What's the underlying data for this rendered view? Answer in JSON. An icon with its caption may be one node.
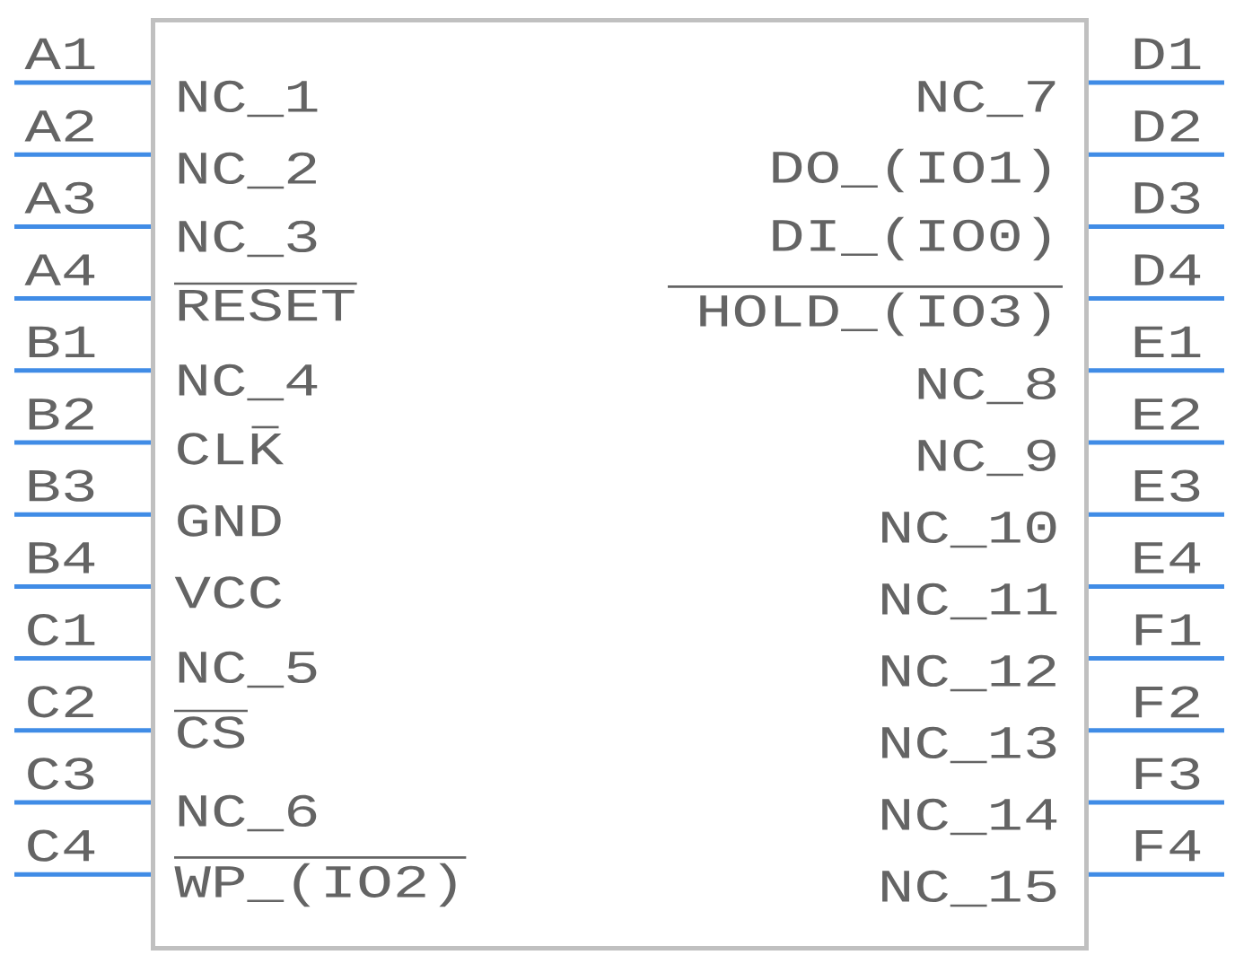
{
  "diagram": {
    "nodes": [
      {
        "text": [],
        "shape": "box"
      },
      {
        "text": [
          "NC_1"
        ],
        "in": 0
      },
      {
        "text": [
          "NC_2"
        ],
        "in": 0
      },
      {
        "text": [
          "NC_3"
        ],
        "in": 0
      },
      {
        "text": [
          "RESET"
        ],
        "in": 0
      },
      {
        "text": [
          "NC_4"
        ],
        "in": 0
      },
      {
        "text": [
          "CLK"
        ],
        "in": 0
      },
      {
        "text": [
          "GND"
        ],
        "in": 0
      },
      {
        "text": [
          "VCC"
        ],
        "in": 0
      },
      {
        "text": [
          "NC_5"
        ],
        "in": 0
      },
      {
        "text": [
          "CS"
        ],
        "in": 0
      },
      {
        "text": [
          "NC_6"
        ],
        "in": 0
      },
      {
        "text": [
          "WP_(IO2)"
        ],
        "in": 0
      },
      {
        "text": [
          "NC_7"
        ],
        "in": 0
      },
      {
        "text": [
          "DO_(IO1)"
        ],
        "in": 0
      },
      {
        "text": [
          "DI_(IO0)"
        ],
        "in": 0
      },
      {
        "text": [
          "HOLD_(IO3)"
        ],
        "in": 0
      },
      {
        "text": [
          "NC_8"
        ],
        "in": 0
      },
      {
        "text": [
          "NC_9"
        ],
        "in": 0
      },
      {
        "text": [
          "NC_10"
        ],
        "in": 0
      },
      {
        "text": [
          "NC_11"
        ],
        "in": 0
      },
      {
        "text": [
          "NC_12"
        ],
        "in": 0
      },
      {
        "text": [
          "NC_13"
        ],
        "in": 0
      },
      {
        "text": [
          "NC_14"
        ],
        "in": 0
      },
      {
        "text": [
          "NC_15"
        ],
        "in": 0
      }
    ],
    "edges": [
      {
        "from": null,
        "to": 1,
        "arrow": "none",
        "label": "A1"
      },
      {
        "from": null,
        "to": 2,
        "arrow": "none",
        "label": "A2"
      },
      {
        "from": null,
        "to": 3,
        "arrow": "none",
        "label": "A3"
      },
      {
        "from": null,
        "to": 4,
        "arrow": "none",
        "label": "A4"
      },
      {
        "from": null,
        "to": 5,
        "arrow": "none",
        "label": "B1"
      },
      {
        "from": null,
        "to": 6,
        "arrow": "none",
        "label": "B2"
      },
      {
        "from": null,
        "to": 7,
        "arrow": "none",
        "label": "B3"
      },
      {
        "from": null,
        "to": 8,
        "arrow": "none",
        "label": "B4"
      },
      {
        "from": null,
        "to": 9,
        "arrow": "none",
        "label": "C1"
      },
      {
        "from": null,
        "to": 10,
        "arrow": "none",
        "label": "C2"
      },
      {
        "from": null,
        "to": 11,
        "arrow": "none",
        "label": "C3"
      },
      {
        "from": null,
        "to": 12,
        "arrow": "none",
        "label": "C4"
      },
      {
        "from": null,
        "to": 13,
        "arrow": "none",
        "label": "D1"
      },
      {
        "from": null,
        "to": 14,
        "arrow": "none",
        "label": "D2"
      },
      {
        "from": null,
        "to": 15,
        "arrow": "none",
        "label": "D3"
      },
      {
        "from": null,
        "to": 16,
        "arrow": "none",
        "label": "D4"
      },
      {
        "from": null,
        "to": 17,
        "arrow": "none",
        "label": "E1"
      },
      {
        "from": null,
        "to": 18,
        "arrow": "none",
        "label": "E2"
      },
      {
        "from": null,
        "to": 19,
        "arrow": "none",
        "label": "E3"
      },
      {
        "from": null,
        "to": 20,
        "arrow": "none",
        "label": "E4"
      },
      {
        "from": null,
        "to": 21,
        "arrow": "none",
        "label": "F1"
      },
      {
        "from": null,
        "to": 22,
        "arrow": "none",
        "label": "F2"
      },
      {
        "from": null,
        "to": 23,
        "arrow": "none",
        "label": "F3"
      },
      {
        "from": null,
        "to": 24,
        "arrow": "none",
        "label": "F4"
      }
    ]
  }
}
